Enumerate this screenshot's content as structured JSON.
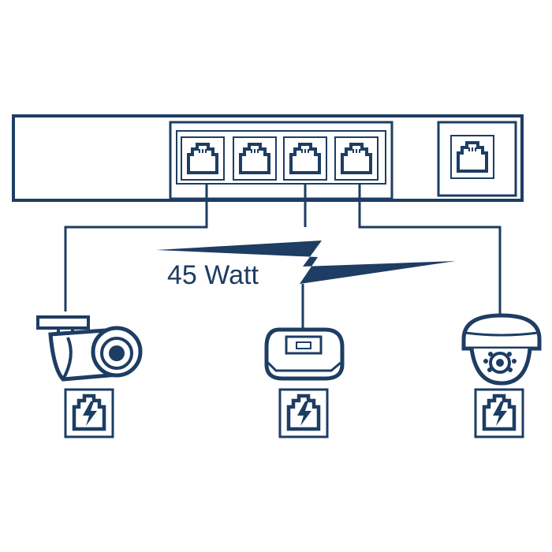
{
  "colors": {
    "ink": "#1d3d63",
    "background": "#ffffff"
  },
  "diagram": {
    "power_label": "45 Watt",
    "switch_ports": [
      "rj45-port",
      "rj45-port",
      "rj45-port",
      "rj45-port"
    ],
    "uplink_port": "rj45-port",
    "devices": [
      {
        "icon": "bullet-camera-icon",
        "poe_badge": "poe-lightning-icon"
      },
      {
        "icon": "access-point-icon",
        "poe_badge": "poe-lightning-icon"
      },
      {
        "icon": "dome-camera-icon",
        "poe_badge": "poe-lightning-icon"
      }
    ]
  }
}
